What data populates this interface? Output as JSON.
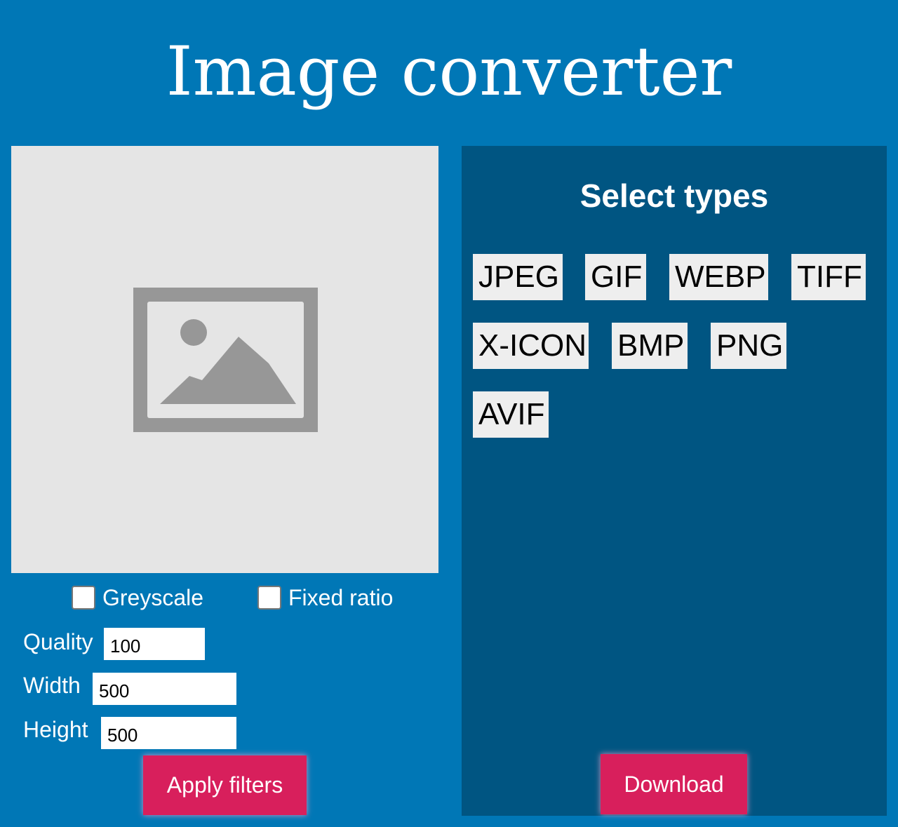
{
  "header": {
    "title": "Image converter"
  },
  "preview": {
    "icon": "image-placeholder-icon"
  },
  "options": {
    "greyscale_label": "Greyscale",
    "greyscale_checked": false,
    "fixed_ratio_label": "Fixed ratio",
    "fixed_ratio_checked": false
  },
  "fields": {
    "quality_label": "Quality",
    "quality_value": "100",
    "width_label": "Width",
    "width_value": "500",
    "height_label": "Height",
    "height_value": "500"
  },
  "actions": {
    "apply_label": "Apply filters",
    "download_label": "Download"
  },
  "types": {
    "heading": "Select types",
    "items": [
      "JPEG",
      "GIF",
      "WEBP",
      "TIFF",
      "X-ICON",
      "BMP",
      "PNG",
      "AVIF"
    ]
  },
  "colors": {
    "background": "#0077b6",
    "panel": "#005582",
    "accent": "#d81f5c",
    "type_button": "#eeeeee"
  }
}
